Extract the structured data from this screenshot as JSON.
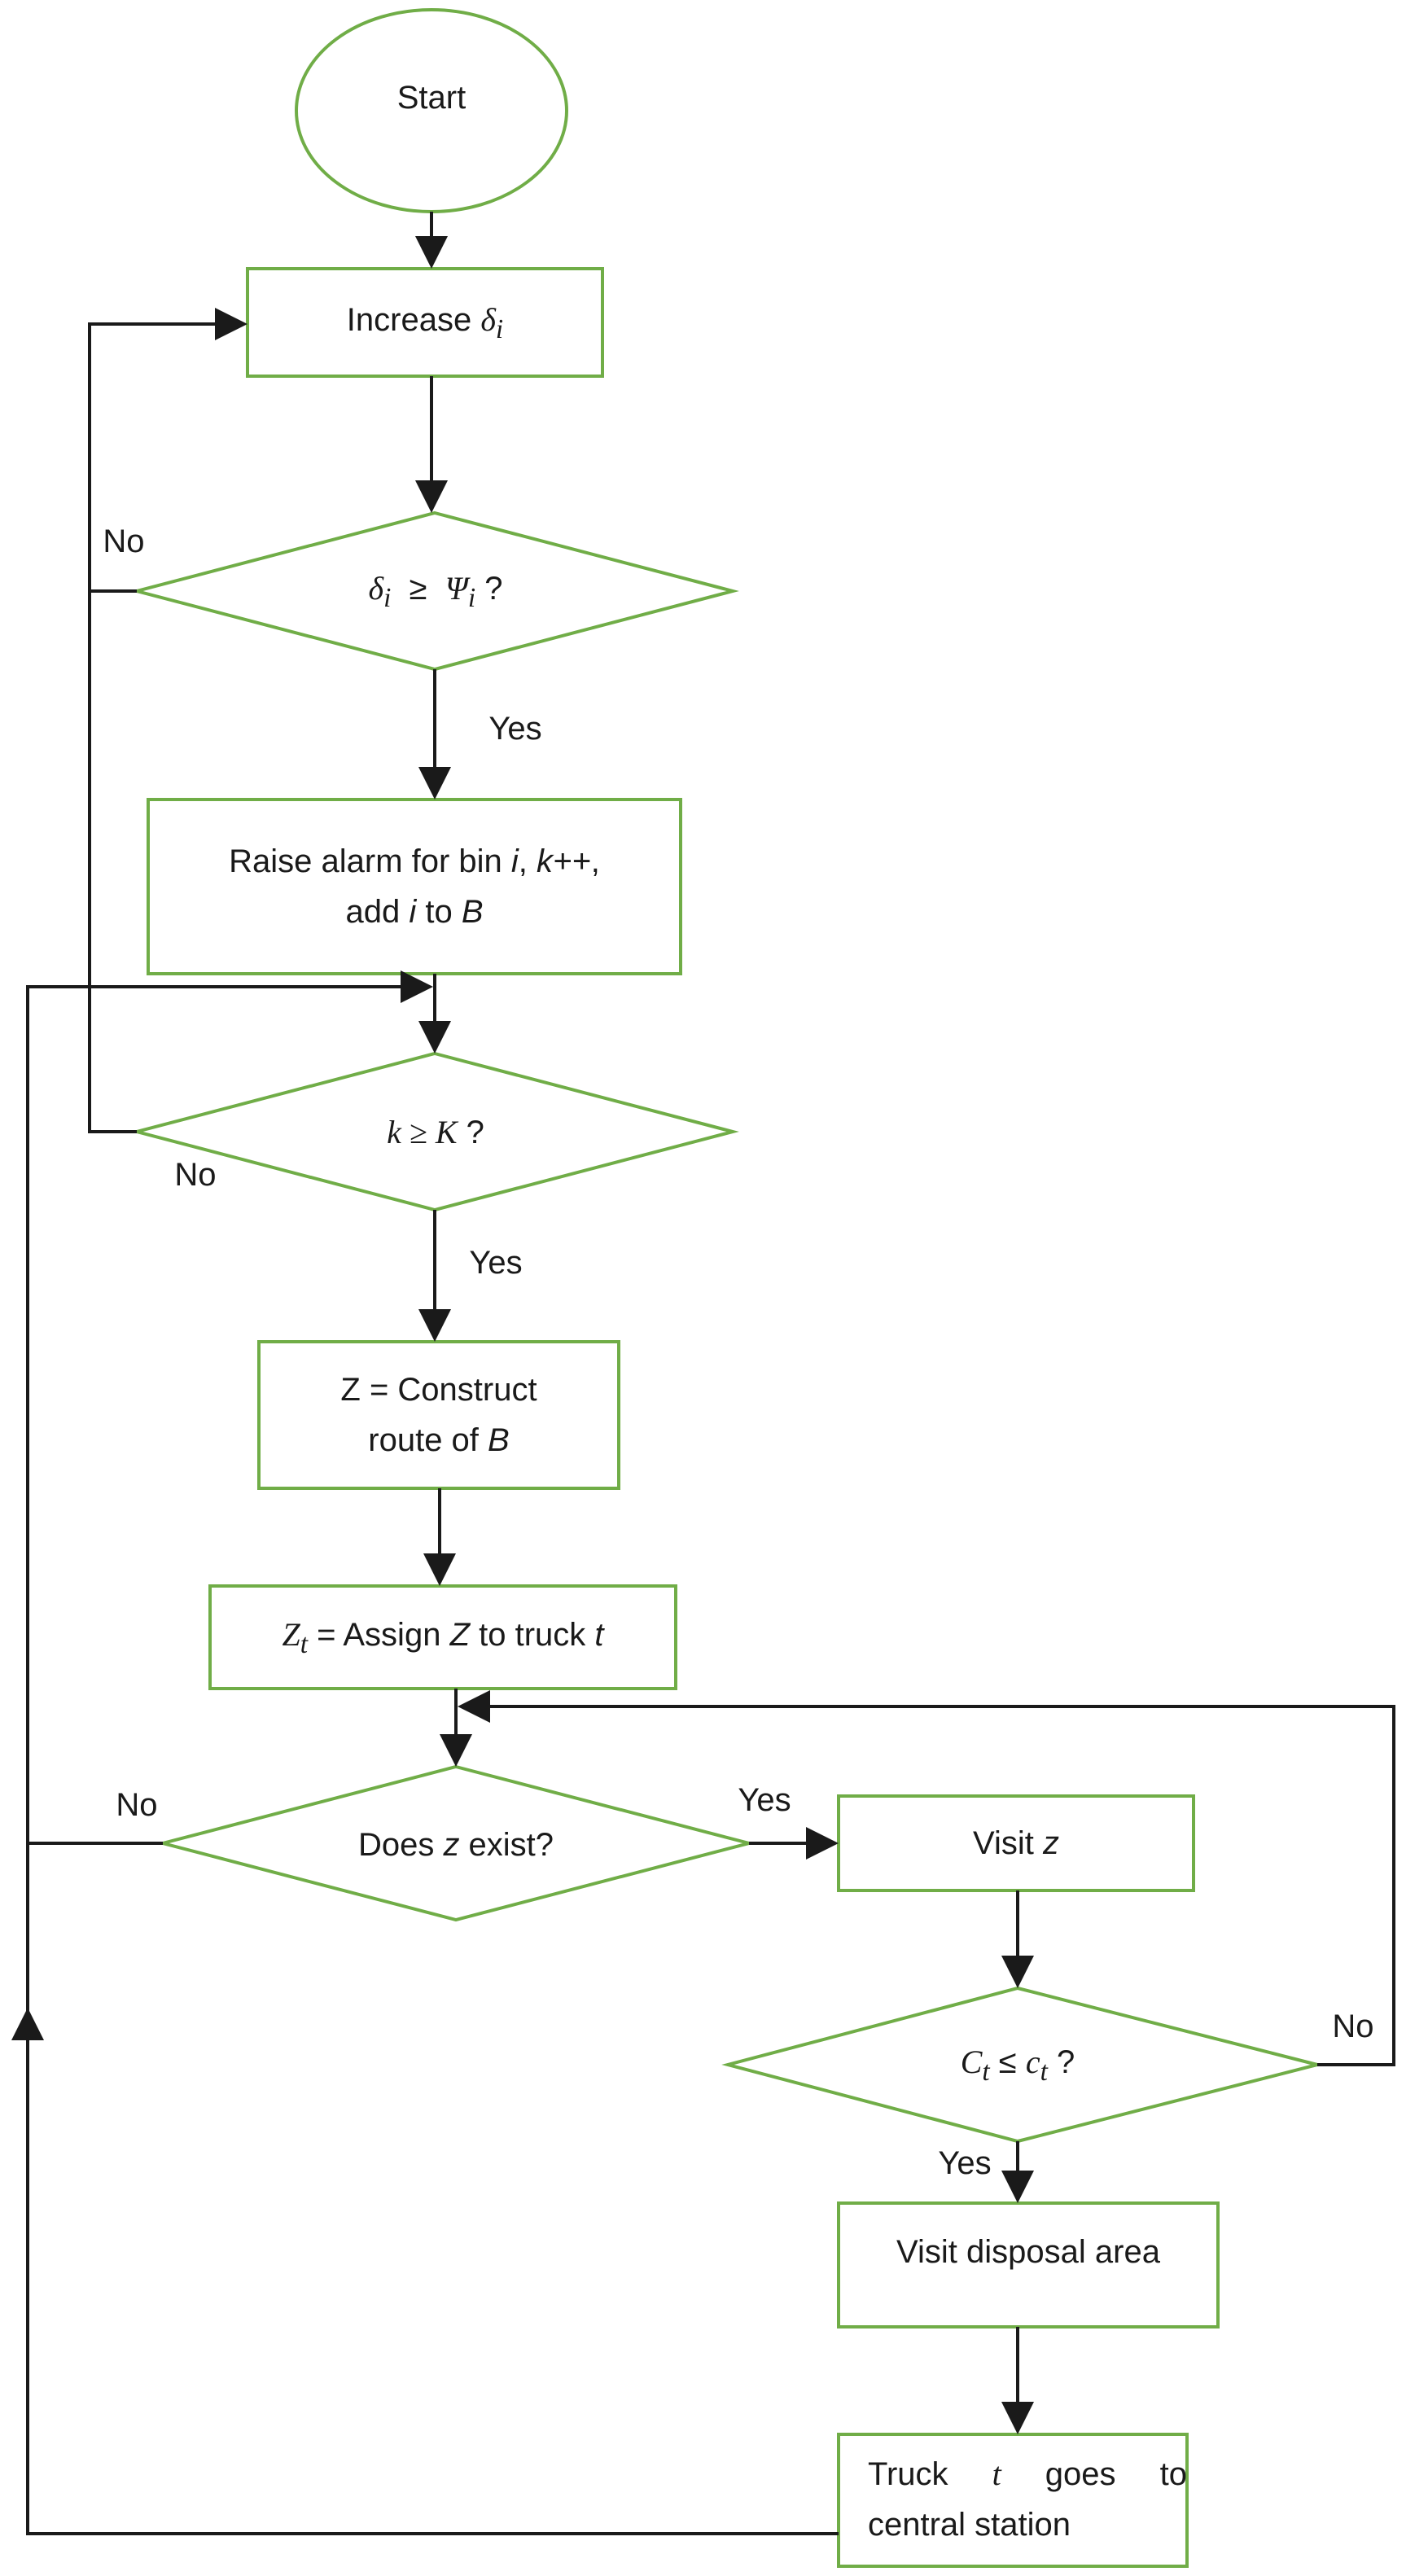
{
  "colors": {
    "node_border": "#70AD47",
    "connector": "#1a1a1a",
    "text": "#1a1a1a"
  },
  "nodes": {
    "start": {
      "label": "Start"
    },
    "increase": {
      "prefix": "Increase ",
      "var": "δ",
      "sub": "i"
    },
    "threshold": {
      "lhs": "δ",
      "lhs_sub": "i",
      "op": "≥",
      "rhs": "Ψ",
      "rhs_sub": "i",
      "q": "?"
    },
    "alarm": {
      "p1": "Raise alarm for bin ",
      "v1": "i",
      "p2": ", ",
      "v2": "k++",
      "p3": ",",
      "p4": "add ",
      "v3": "i",
      "p5": " to ",
      "v4": "B"
    },
    "k_check": {
      "expr": "k ≥ K",
      "q": "?"
    },
    "construct": {
      "line1": "Z = Construct",
      "line2_prefix": "route of ",
      "var": "B"
    },
    "assign": {
      "z": "Z",
      "sub": "t",
      "p1": " = Assign ",
      "v1": "Z",
      "p2": " to truck ",
      "v2": "t"
    },
    "z_exist": {
      "p1": "Does ",
      "v1": "z",
      "p2": " exist?"
    },
    "visit_z": {
      "p1": "Visit ",
      "v1": "z"
    },
    "capacity": {
      "c": "C",
      "c_sub": "t",
      "op": "≤",
      "c2": "c",
      "c2_sub": "t",
      "q": "?"
    },
    "disposal": {
      "label": "Visit disposal area"
    },
    "return": {
      "w1": "Truck",
      "w2": "t",
      "w3": "goes",
      "w4": "to",
      "line2": "central station"
    }
  },
  "edge_labels": {
    "threshold_no": "No",
    "threshold_yes": "Yes",
    "k_no": "No",
    "k_yes": "Yes",
    "z_no": "No",
    "z_yes": "Yes",
    "cap_no": "No",
    "cap_yes": "Yes"
  }
}
